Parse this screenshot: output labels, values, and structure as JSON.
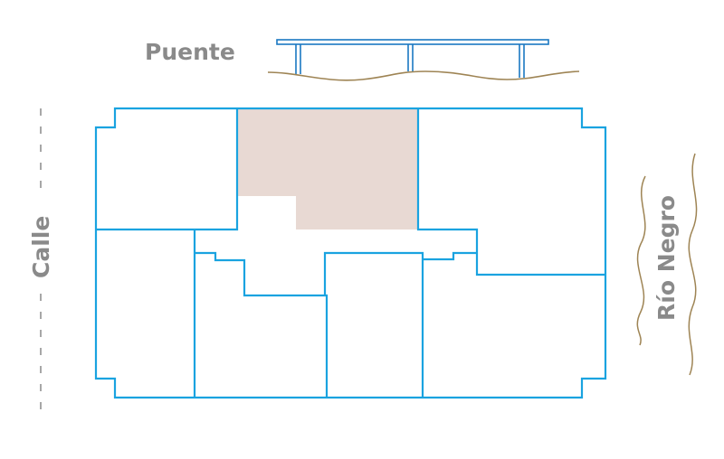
{
  "labels": {
    "bridge": "Puente",
    "street": "Calle",
    "river": "Río Negro"
  },
  "colors": {
    "wall": "#1aa3e0",
    "bridge": "#1a78c2",
    "highlight_unit": "#e8d9d3",
    "river": "#9e8454",
    "label": "#8a8a8a",
    "street_line": "#8a8a8a"
  },
  "floorplan": {
    "units": [
      {
        "id": "unit-top-left"
      },
      {
        "id": "unit-top-center",
        "highlighted": true
      },
      {
        "id": "unit-top-right"
      },
      {
        "id": "unit-bottom-left"
      },
      {
        "id": "unit-bottom-center-left"
      },
      {
        "id": "unit-bottom-center"
      },
      {
        "id": "unit-bottom-right"
      }
    ]
  }
}
